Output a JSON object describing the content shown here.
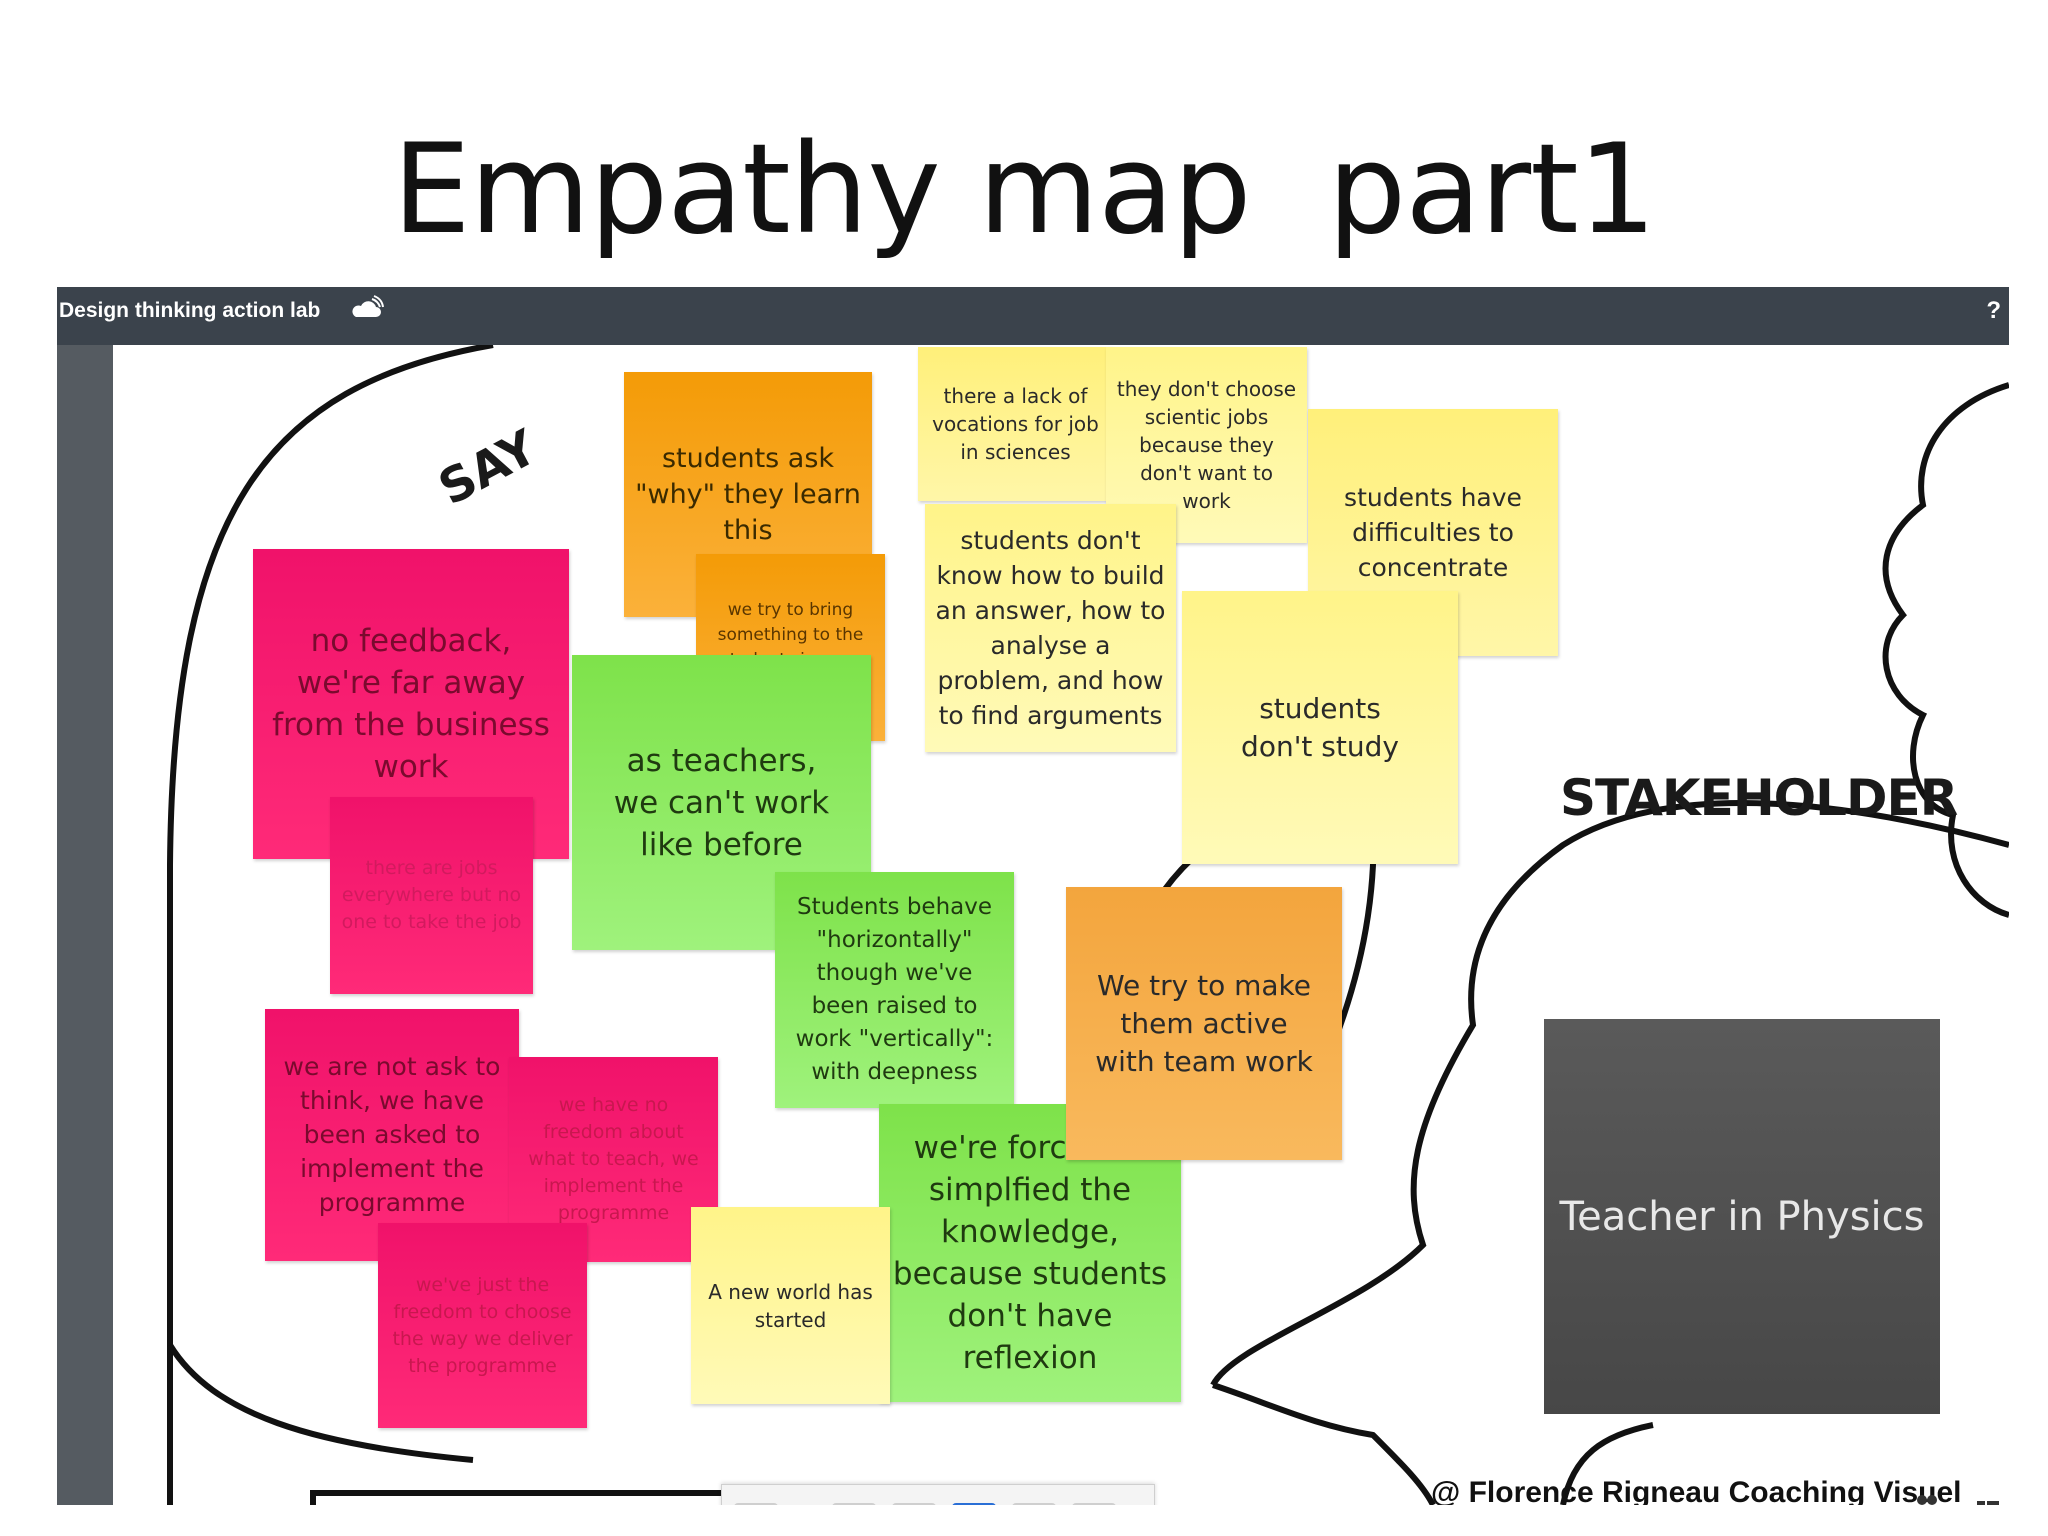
{
  "slide": {
    "title": "Empathy map  part1"
  },
  "app": {
    "name": "Design thinking action lab",
    "help_label": "?"
  },
  "map": {
    "say_label": "SAY",
    "stakeholder_label": "STAKEHOLDER",
    "stakeholder_name": "Teacher in Physics",
    "credit": "@ Florence Rigneau Coaching Visuel"
  },
  "notes": [
    "no feedback, we're far away from the business work",
    "there are jobs everywhere but no one to take the job",
    "we are not ask to think, we have been asked to implement the programme",
    "we have no freedom about what to teach, we implement the programme",
    "we've just the freedom to choose the way we deliver the programme",
    "students ask \"why\" they learn this",
    "we try to bring something to the students in case they have a job",
    "as teachers, we can't work like before",
    "Students behave \"horizontally\" though we've been raised to work \"vertically\": with deepness",
    "A new world has started",
    "we're forced to simplfied the knowledge, because students don't have reflexion",
    "there a lack of vocations for job in sciences",
    "they don't choose scientic jobs because they don't want to work",
    "students don't know how to build an answer, how to analyse a problem, and how to find arguments",
    "students have difficulties to concentrate",
    "students don't study",
    "We try to make them active with team work"
  ],
  "colors": {
    "toolbar": "#3b434c",
    "pink": "#f0126a",
    "orange": "#f49b07",
    "yellow": "#fff07a",
    "green": "#7ee24a",
    "stakeholder_box": "#4f4f4f"
  },
  "icons": {
    "toolbar": [
      "cloud-sync-icon"
    ],
    "bottom_toolbar": [
      "camera-icon",
      "add-user-icon",
      "photo-icon",
      "frame-icon",
      "blank-icon",
      "image-icon"
    ],
    "corner": [
      "users-icon",
      "layout-icon"
    ]
  }
}
